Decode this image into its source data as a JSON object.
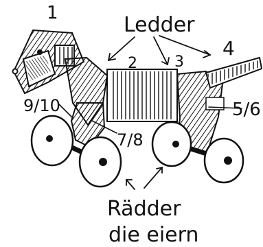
{
  "labels": {
    "ledder": "Ledder",
    "n1": "1",
    "n2": "2",
    "n3": "3",
    "n4": "4",
    "n9_10": "9/10",
    "n5_6": "5/6",
    "n7_8": "7/8",
    "raedder": "Rädder",
    "die_eiern": "die eiern"
  }
}
